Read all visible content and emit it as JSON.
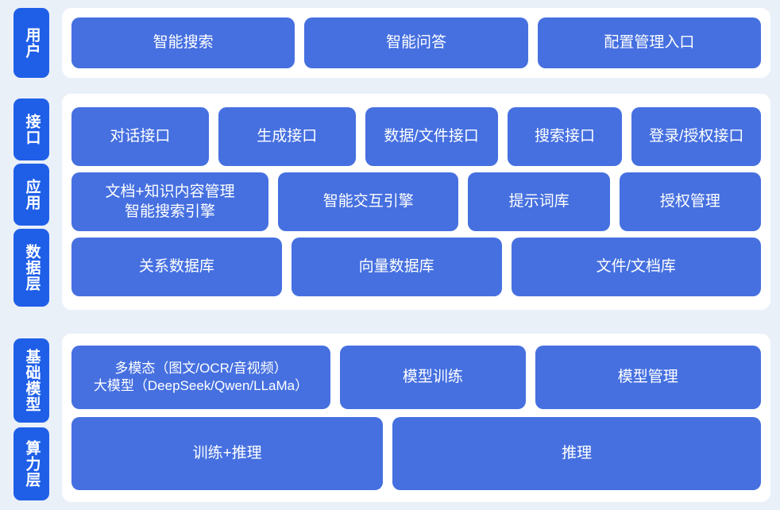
{
  "theme": {
    "page_background": "#eaf0f8",
    "panel_background": "#ffffff",
    "rail_tab_color": "#1f5fe8",
    "card_color": "#4670e0",
    "card_text_color": "#ffffff"
  },
  "sections": [
    {
      "id": "user",
      "rail_labels": [
        "用户"
      ],
      "rows": [
        {
          "cards": [
            {
              "label": "智能搜索",
              "flex": 1
            },
            {
              "label": "智能问答",
              "flex": 1
            },
            {
              "label": "配置管理入口",
              "flex": 1
            }
          ]
        }
      ]
    },
    {
      "id": "middle",
      "rail_labels": [
        "接口",
        "应用",
        "数据层"
      ],
      "rows": [
        {
          "name": "interface-row",
          "cards": [
            {
              "label": "对话接口",
              "flex": 1.07
            },
            {
              "label": "生成接口",
              "flex": 1.07
            },
            {
              "label": "数据/文件接口",
              "flex": 1.03
            },
            {
              "label": "搜索接口",
              "flex": 0.88
            },
            {
              "label": "登录/授权接口",
              "flex": 1.0
            }
          ]
        },
        {
          "name": "application-row",
          "cards": [
            {
              "label": "文档+知识内容管理\n智能搜索引擎",
              "flex": 1.23
            },
            {
              "label": "智能交互引擎",
              "flex": 1.12
            },
            {
              "label": "提示词库",
              "flex": 0.86
            },
            {
              "label": "授权管理",
              "flex": 0.86
            }
          ]
        },
        {
          "name": "data-row",
          "cards": [
            {
              "label": "关系数据库",
              "flex": 1
            },
            {
              "label": "向量数据库",
              "flex": 1
            },
            {
              "label": "文件/文档库",
              "flex": 1.2
            }
          ]
        }
      ]
    },
    {
      "id": "base",
      "rail_labels": [
        "基础模型",
        "算力层"
      ],
      "rows": [
        {
          "name": "foundation-model-row",
          "cards": [
            {
              "label": "多模态（图文/OCR/音视频）\n大模型（DeepSeek/Qwen/LLaMa）",
              "flex": 1.34,
              "size": "small"
            },
            {
              "label": "模型训练",
              "flex": 0.94
            },
            {
              "label": "模型管理",
              "flex": 1.16
            }
          ]
        },
        {
          "name": "compute-row",
          "cards": [
            {
              "label": "训练+推理",
              "flex": 1
            },
            {
              "label": "推理",
              "flex": 1.19
            }
          ]
        }
      ]
    }
  ],
  "labels": {
    "user": "用户",
    "interface": "接口",
    "application": "应用",
    "data_layer": "数据层",
    "foundation_model": "基础模型",
    "compute_layer": "算力层",
    "smart_search": "智能搜索",
    "smart_qa": "智能问答",
    "config_admin_entry": "配置管理入口",
    "dialog_api": "对话接口",
    "generation_api": "生成接口",
    "data_file_api": "数据/文件接口",
    "search_api": "搜索接口",
    "login_auth_api": "登录/授权接口",
    "doc_knowledge_mgmt": "文档+知识内容管理\n智能搜索引擎",
    "smart_interaction_engine": "智能交互引擎",
    "prompt_library": "提示词库",
    "auth_management": "授权管理",
    "relational_db": "关系数据库",
    "vector_db": "向量数据库",
    "file_doc_store": "文件/文档库",
    "multimodal_llm": "多模态（图文/OCR/音视频）\n大模型（DeepSeek/Qwen/LLaMa）",
    "model_training": "模型训练",
    "model_management": "模型管理",
    "train_plus_infer": "训练+推理",
    "inference": "推理"
  }
}
